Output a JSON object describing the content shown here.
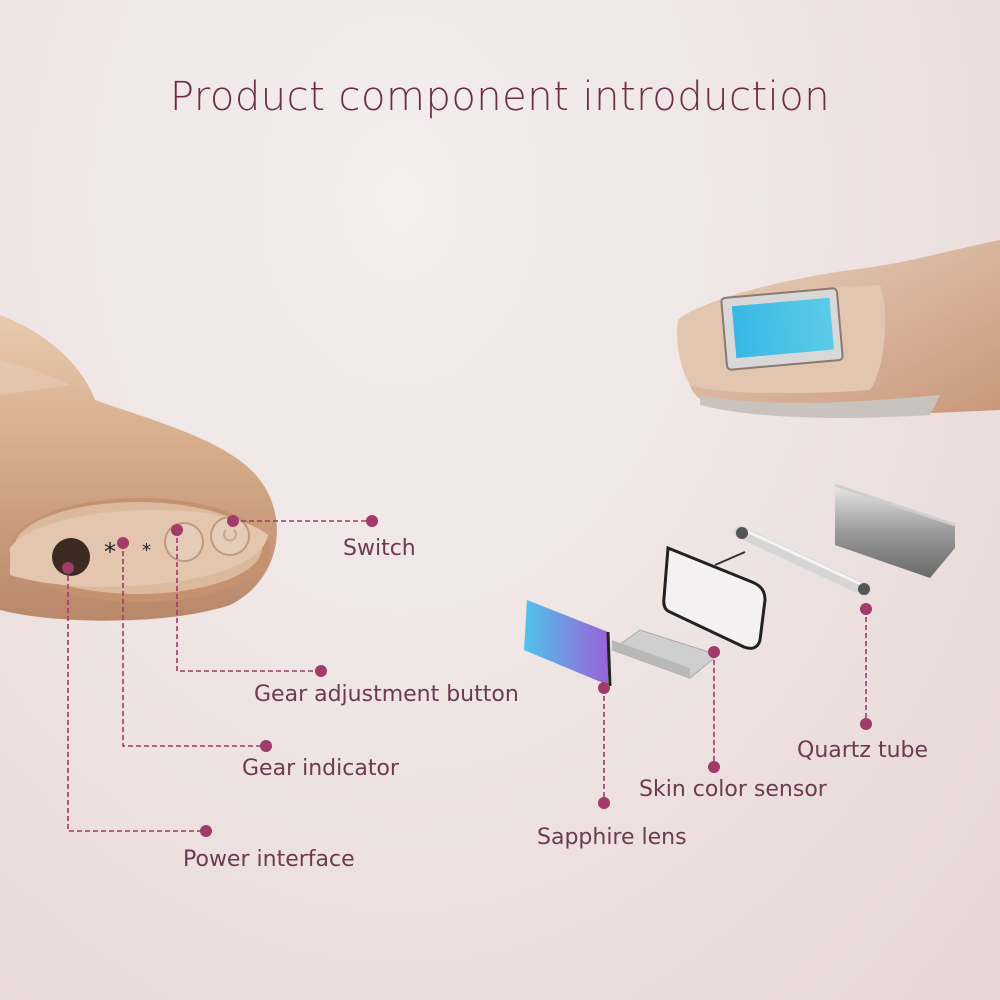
{
  "title": "Product component introduction",
  "accent_color": "#a23a6a",
  "callouts": {
    "switch": {
      "label": "Switch"
    },
    "gear_adjustment_button": {
      "label": "Gear adjustment button"
    },
    "gear_indicator": {
      "label": "Gear indicator"
    },
    "power_interface": {
      "label": "Power interface"
    },
    "quartz_tube": {
      "label": "Quartz tube"
    },
    "skin_color_sensor": {
      "label": "Skin color sensor"
    },
    "sapphire_lens": {
      "label": "Sapphire lens"
    }
  }
}
